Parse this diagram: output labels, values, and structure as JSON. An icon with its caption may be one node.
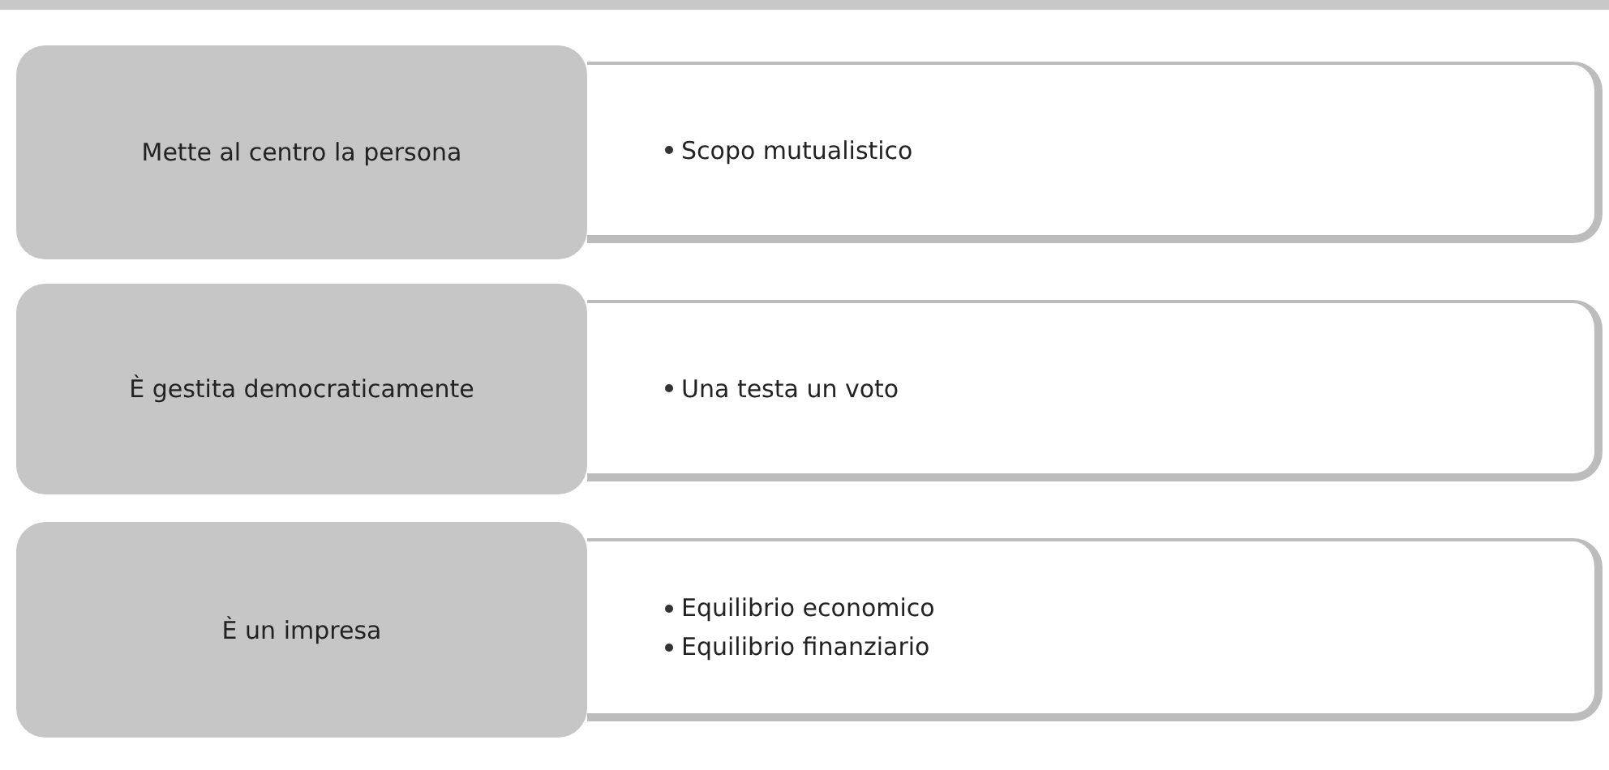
{
  "diagram": {
    "nodes": [
      {
        "text": [
          "Mette al centro la persona"
        ]
      },
      {
        "text": [
          "Scopo mutualistico"
        ]
      },
      {
        "text": [
          "È gestita democraticamente"
        ]
      },
      {
        "text": [
          "Una testa un voto"
        ]
      },
      {
        "text": [
          "È un impresa"
        ]
      },
      {
        "text": [
          "Equilibrio economico",
          "Equilibrio finanziario"
        ]
      }
    ]
  }
}
